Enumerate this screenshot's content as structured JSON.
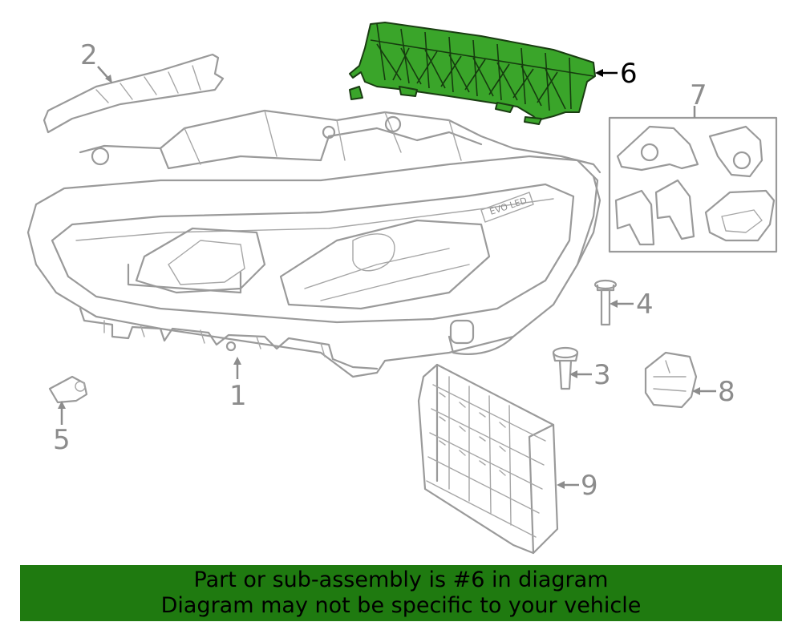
{
  "callouts": {
    "c1": "1",
    "c2": "2",
    "c3": "3",
    "c4": "4",
    "c5": "5",
    "c6": "6",
    "c7": "7",
    "c8": "8",
    "c9": "9"
  },
  "headlamp_marking": "EVO LED",
  "highlighted_part": "6",
  "banner": {
    "line1": "Part or sub-assembly is #6 in diagram",
    "line2": "Diagram may not be specific to your vehicle"
  },
  "colors": {
    "highlight_fill": "#3aa52a",
    "banner_background": "#1f7a10",
    "line_art": "#9a9a9a"
  }
}
